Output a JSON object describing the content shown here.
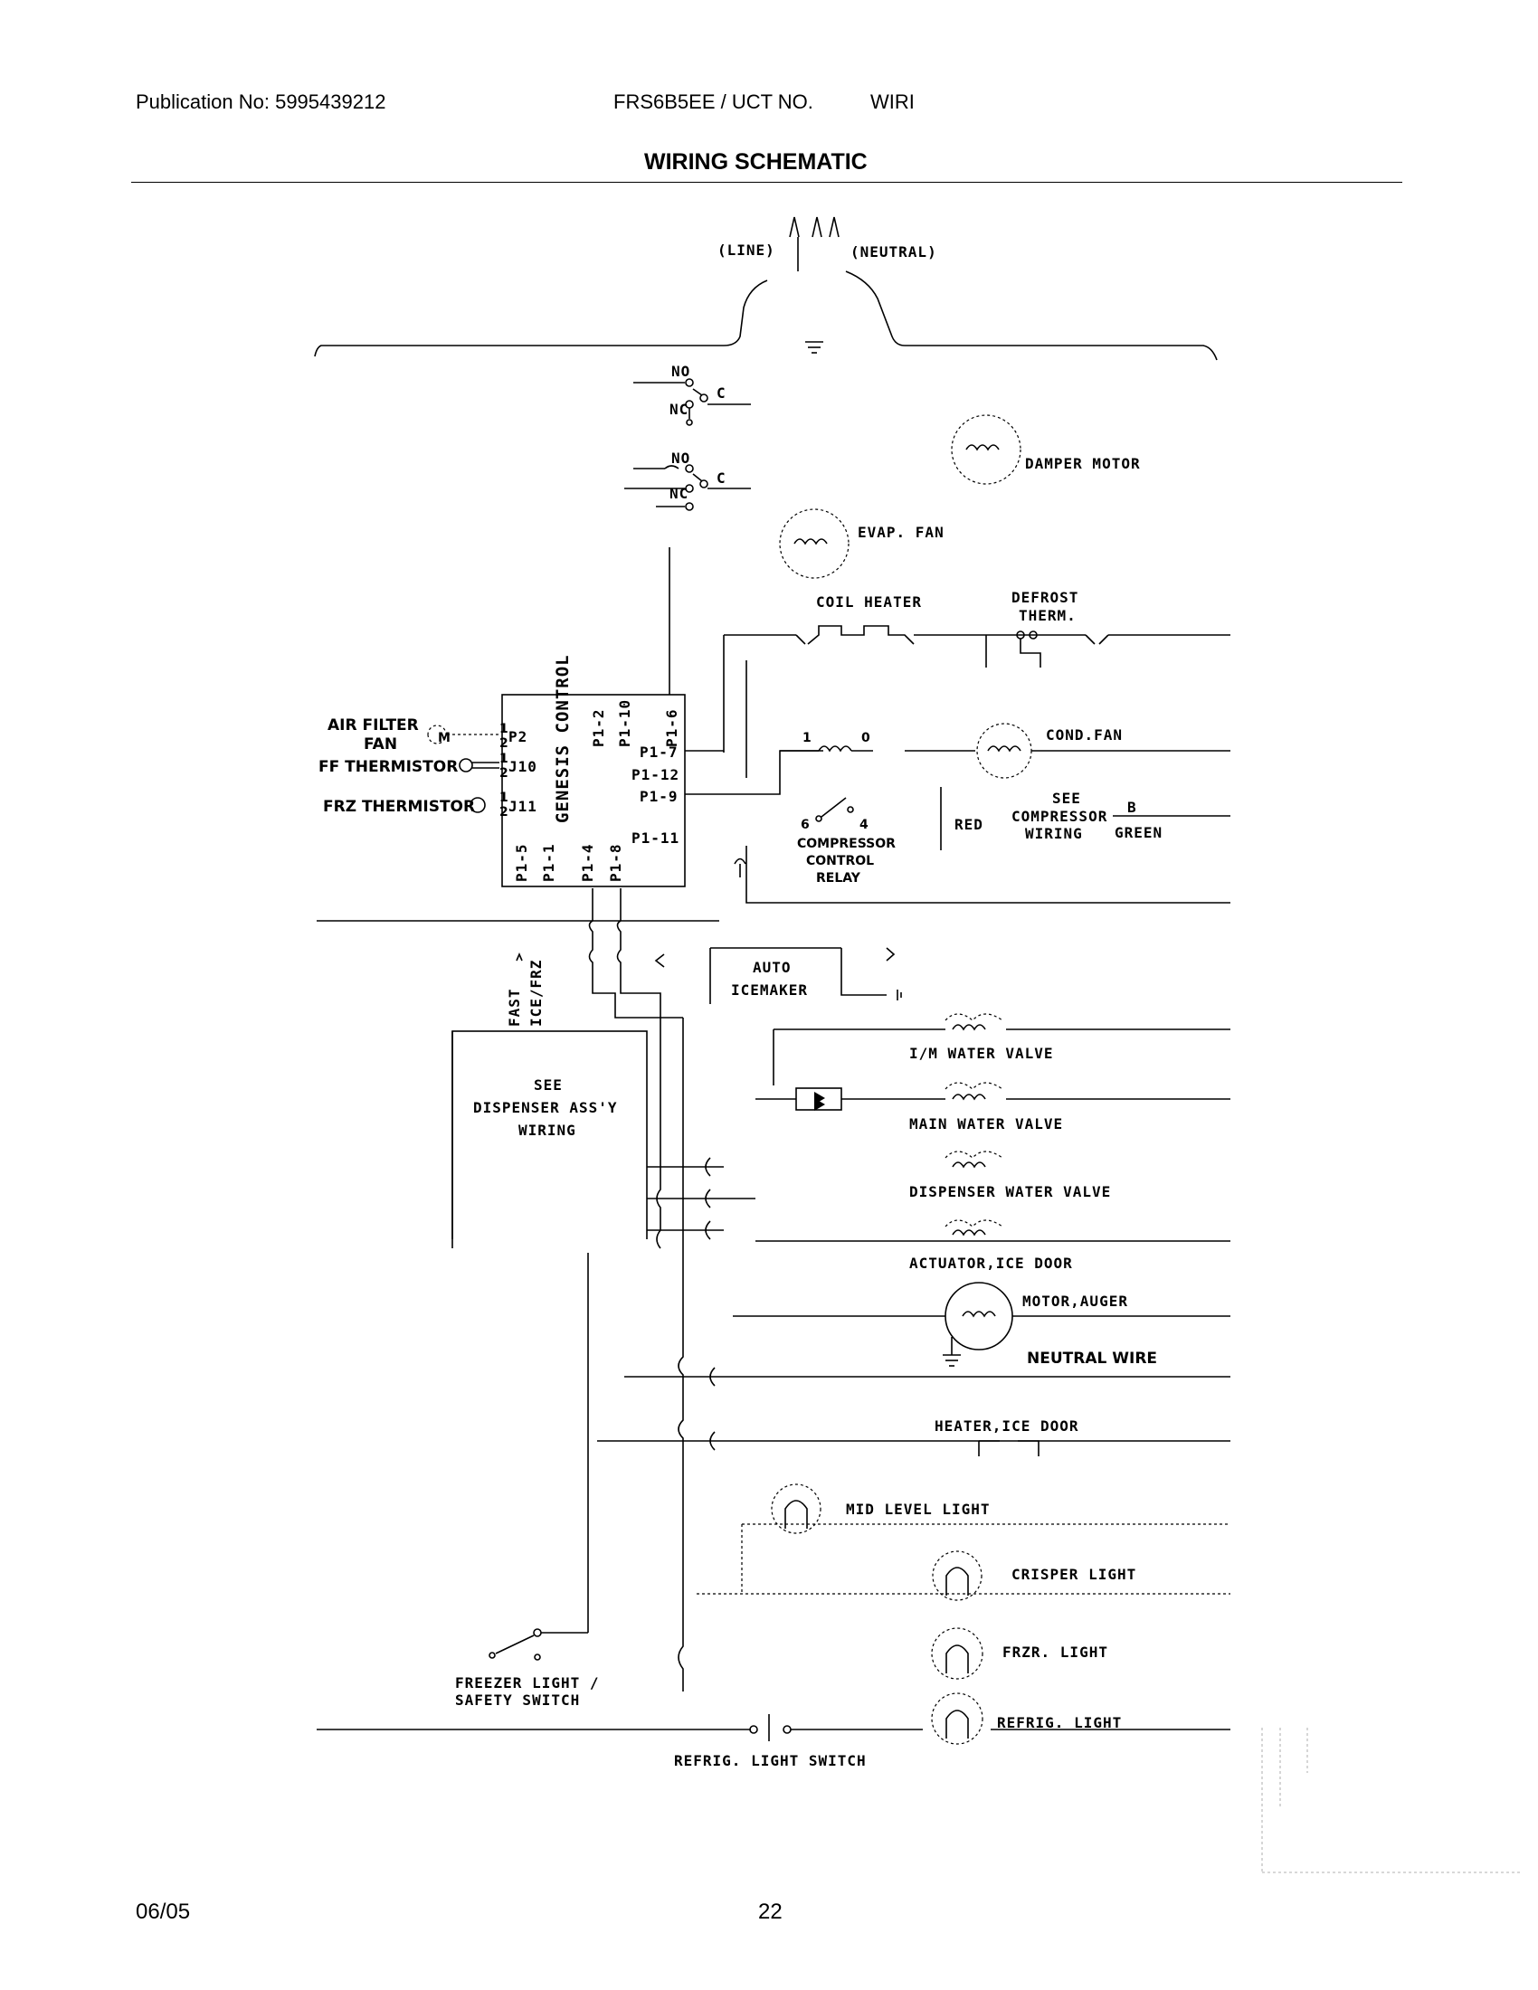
{
  "header": {
    "publication": "Publication No: 5995439212",
    "model": "FRS6B5EE / UCT NO.",
    "section": "WIRI",
    "title": "WIRING SCHEMATIC"
  },
  "footer": {
    "date": "06/05",
    "page": "22"
  },
  "labels": {
    "line": "(LINE)",
    "neutral": "(NEUTRAL)",
    "no1": "NO",
    "nc1": "NC",
    "c1": "C",
    "no2": "NO",
    "nc2": "NC",
    "c2": "C",
    "damper_motor": "DAMPER MOTOR",
    "evap_fan": "EVAP. FAN",
    "coil_heater": "COIL HEATER",
    "defrost_1": "DEFROST",
    "defrost_2": "THERM.",
    "air_filter_1": "AIR FILTER",
    "air_filter_2": "FAN",
    "air_filter_m": "M",
    "ff_thermistor": "FF THERMISTOR",
    "frz_thermistor": "FRZ THERMISTOR",
    "p2": "P2",
    "j10": "J10",
    "j11": "J11",
    "pin1a": "1",
    "pin2a": "2",
    "pin1b": "1",
    "pin2b": "2",
    "pin1c": "1",
    "pin2c": "2",
    "genesis_control": "GENESIS CONTROL",
    "p1_2": "P1-2",
    "p1_10": "P1-10",
    "p1_6": "P1-6",
    "p1_7": "P1-7",
    "p1_12": "P1-12",
    "p1_9": "P1-9",
    "p1_11": "P1-11",
    "p1_5": "P1-5",
    "p1_1": "P1-1",
    "p1_4": "P1-4",
    "p1_8": "P1-8",
    "relay_1": "1",
    "relay_0": "0",
    "relay_6": "6",
    "relay_4": "4",
    "comp_relay_1": "COMPRESSOR",
    "comp_relay_2": "CONTROL",
    "comp_relay_3": "RELAY",
    "cond_fan": "COND.FAN",
    "see_comp_1": "SEE",
    "see_comp_2": "COMPRESSOR",
    "see_comp_3": "WIRING",
    "red": "RED",
    "b": "B",
    "green": "GREEN",
    "auto_icemaker_1": "AUTO",
    "auto_icemaker_2": "ICEMAKER",
    "fast_ice_1": "FAST",
    "fast_ice_2": "ICE/FRZ",
    "see_disp_1": "SEE",
    "see_disp_2": "DISPENSER ASS'Y",
    "see_disp_3": "WIRING",
    "im_water_valve": "I/M WATER VALVE",
    "main_water_valve": "MAIN WATER VALVE",
    "disp_water_valve": "DISPENSER WATER VALVE",
    "actuator_ice_door": "ACTUATOR,ICE DOOR",
    "motor_auger": "MOTOR,AUGER",
    "neutral_wire": "NEUTRAL WIRE",
    "heater_ice_door": "HEATER,ICE DOOR",
    "mid_level_light": "MID LEVEL LIGHT",
    "crisper_light": "CRISPER LIGHT",
    "frzr_light": "FRZR. LIGHT",
    "refrig_light": "REFRIG. LIGHT",
    "freezer_switch_1": "FREEZER LIGHT /",
    "freezer_switch_2": "SAFETY SWITCH",
    "refrig_light_switch": "REFRIG. LIGHT SWITCH"
  }
}
